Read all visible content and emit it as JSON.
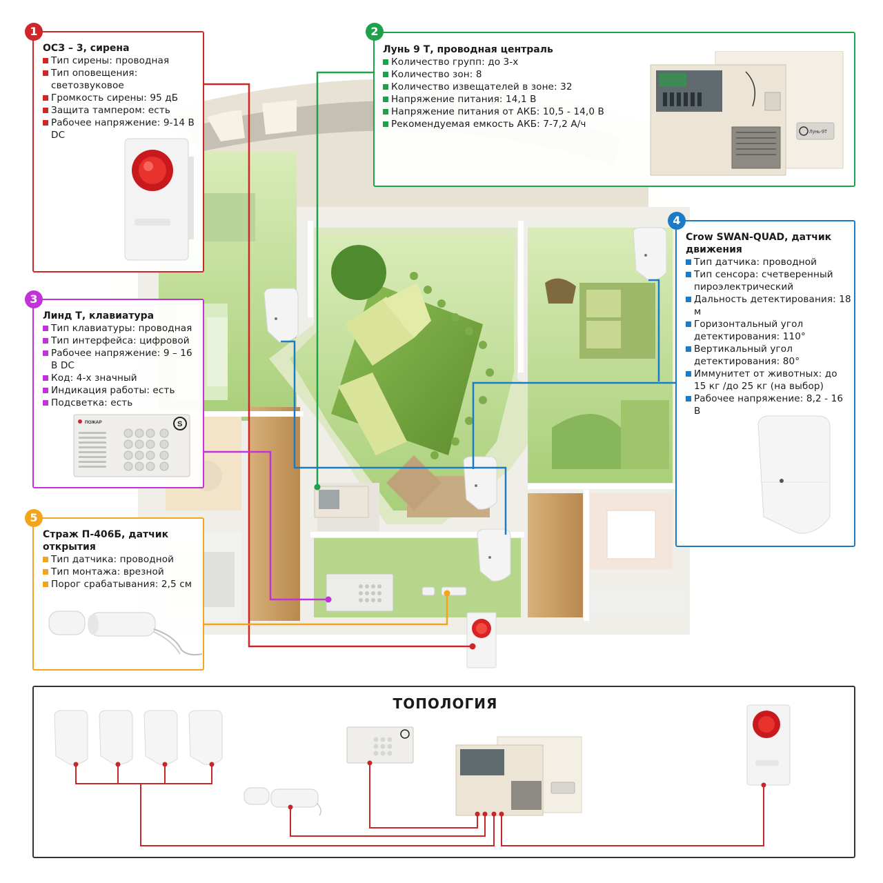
{
  "colors": {
    "siren": "#d0262a",
    "panel": "#1fa04a",
    "keypad": "#c132d8",
    "motion": "#1b7bc6",
    "reed": "#f2a51c",
    "topology": "#c8262a"
  },
  "callouts": [
    {
      "number": "1",
      "title": "ОСЗ – 3, сирена",
      "items": [
        "Тип сирены: проводная",
        "Тип оповещения: светозвуковое",
        "Громкость сирены: 95 дБ",
        "Защита тампером: есть",
        "Рабочее напряжение: 9-14 В DC"
      ]
    },
    {
      "number": "2",
      "title": "Лунь 9 Т, проводная централь",
      "items": [
        "Количество групп: до 3-х",
        "Количество зон: 8",
        "Количество извещателей в зоне: 32",
        "Напряжение питания: 14,1 В",
        "Напряжение питания от АКБ: 10,5 - 14,0 В",
        "Рекомендуемая емкость АКБ: 7-7,2 А/ч"
      ]
    },
    {
      "number": "3",
      "title": "Линд Т, клавиатура",
      "items": [
        "Тип клавиатуры: проводная",
        "Тип интерфейса: цифровой",
        "Рабочее напряжение: 9 – 16 В DC",
        "Код: 4-х значный",
        "Индикация работы: есть",
        "Подсветка: есть"
      ]
    },
    {
      "number": "4",
      "title": "Crow SWAN-QUAD, датчик движения",
      "items": [
        "Тип датчика: проводной",
        "Тип сенсора: счетверенный пироэлектрический",
        "Дальность детектирования: 18 м",
        "Горизонтальный угол детектирования: 110°",
        "Вертикальный угол детектирования: 80°",
        "Иммунитет от животных: до 15 кг /до 25 кг (на выбор)",
        "Рабочее напряжение: 8,2 - 16 В"
      ]
    },
    {
      "number": "5",
      "title": "Страж П-406Б, датчик открытия",
      "items": [
        "Тип датчика: проводной",
        "Тип монтажа: врезной",
        "Порог срабатывания: 2,5 см"
      ]
    }
  ],
  "devices": {
    "keypad": {
      "fire_label": "ПОЖАР",
      "brand": "S"
    },
    "panel": {
      "label": "Лунь-9Т"
    }
  },
  "topology": {
    "title": "ТОПОЛОГИЯ"
  }
}
